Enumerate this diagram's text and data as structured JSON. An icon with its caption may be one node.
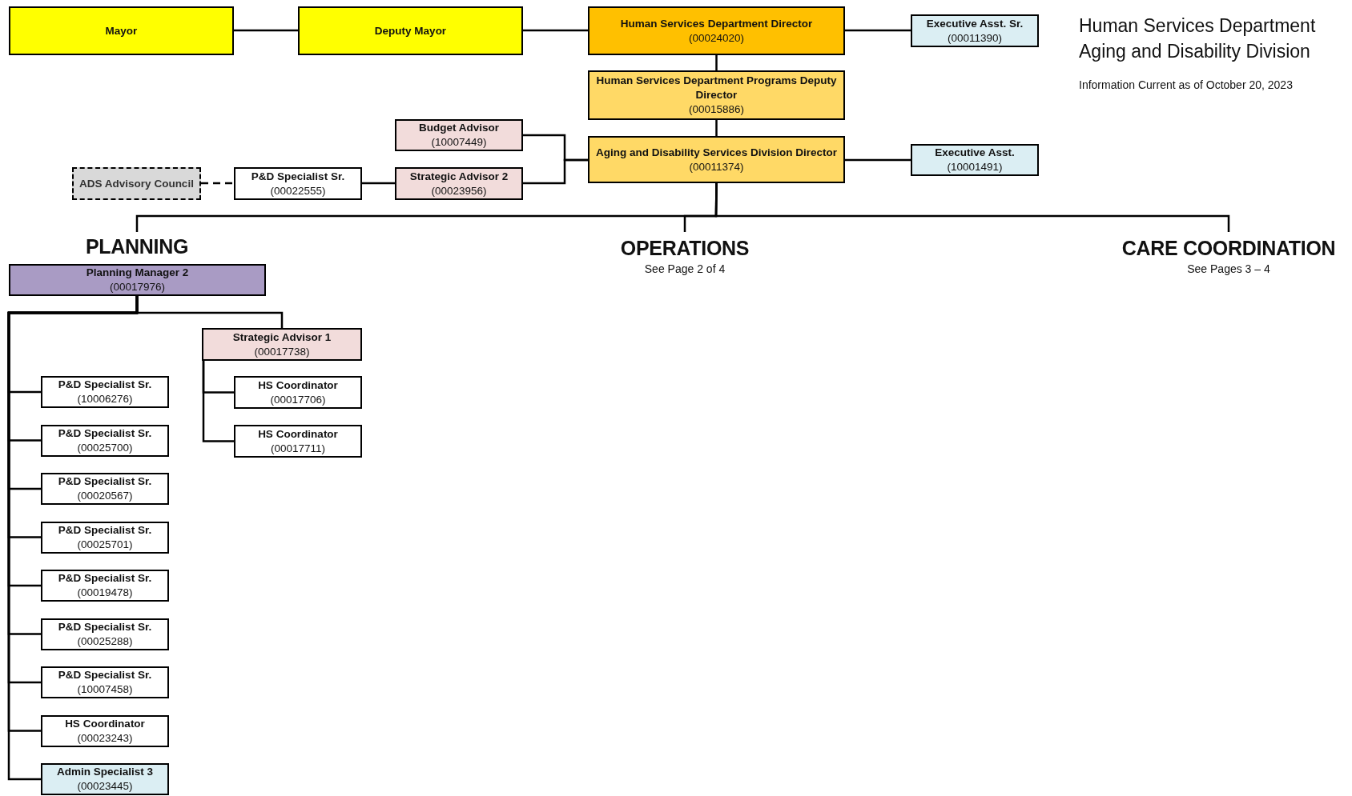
{
  "diagram": {
    "title": "Human Services Department Aging and Disability Division",
    "nodes": [
      {
        "text": [
          "Mayor"
        ]
      },
      {
        "text": [
          "Deputy Mayor"
        ]
      },
      {
        "text": [
          "Human Services Department Director",
          "(00024020)"
        ]
      },
      {
        "text": [
          "Executive Asst. Sr.",
          "(00011390)"
        ]
      },
      {
        "text": [
          "Human Services Department Programs Deputy Director",
          "(00015886)"
        ]
      },
      {
        "text": [
          "Budget Advisor",
          "(10007449)"
        ]
      },
      {
        "text": [
          "Aging and Disability Services Division Director",
          "(00011374)"
        ]
      },
      {
        "text": [
          "Executive Asst.",
          "(10001491)"
        ]
      },
      {
        "text": [
          "ADS Advisory Council"
        ]
      },
      {
        "text": [
          "P&D Specialist Sr.",
          "(00022555)"
        ]
      },
      {
        "text": [
          "Strategic Advisor 2",
          "(00023956)"
        ]
      },
      {
        "text": [
          "PLANNING"
        ]
      },
      {
        "text": [
          "OPERATIONS",
          "See Page 2 of 4"
        ]
      },
      {
        "text": [
          "CARE COORDINATION",
          "See Pages 3 – 4"
        ]
      },
      {
        "text": [
          "Planning Manager 2",
          "(00017976)"
        ]
      },
      {
        "text": [
          "Strategic Advisor 1",
          "(00017738)"
        ]
      },
      {
        "text": [
          "HS Coordinator",
          "(00017706)"
        ]
      },
      {
        "text": [
          "HS Coordinator",
          "(00017711)"
        ]
      },
      {
        "text": [
          "P&D Specialist Sr.",
          "(10006276)"
        ]
      },
      {
        "text": [
          "P&D Specialist Sr.",
          "(00025700)"
        ]
      },
      {
        "text": [
          "P&D Specialist Sr.",
          "(00020567)"
        ]
      },
      {
        "text": [
          "P&D Specialist Sr.",
          "(00025701)"
        ]
      },
      {
        "text": [
          "P&D Specialist Sr.",
          "(00019478)"
        ]
      },
      {
        "text": [
          "P&D Specialist Sr.",
          "(00025288)"
        ]
      },
      {
        "text": [
          "P&D Specialist Sr.",
          "(10007458)"
        ]
      },
      {
        "text": [
          "HS Coordinator",
          "(00023243)"
        ]
      },
      {
        "text": [
          "Admin Specialist 3",
          "(00023445)"
        ]
      }
    ],
    "edges": [
      {
        "from": 0,
        "to": 1,
        "arrow": "none"
      },
      {
        "from": 1,
        "to": 2,
        "arrow": "none"
      },
      {
        "from": 2,
        "to": 3,
        "arrow": "none"
      },
      {
        "from": 2,
        "to": 4,
        "arrow": "none"
      },
      {
        "from": 4,
        "to": 6,
        "arrow": "none"
      },
      {
        "from": 5,
        "to": 6,
        "arrow": "none"
      },
      {
        "from": 10,
        "to": 6,
        "arrow": "none"
      },
      {
        "from": 9,
        "to": 10,
        "arrow": "none"
      },
      {
        "from": 8,
        "to": 9,
        "arrow": "none",
        "style": "dashed"
      },
      {
        "from": 6,
        "to": 7,
        "arrow": "none"
      },
      {
        "from": 6,
        "to": 11,
        "arrow": "none"
      },
      {
        "from": 6,
        "to": 12,
        "arrow": "none"
      },
      {
        "from": 6,
        "to": 13,
        "arrow": "none"
      },
      {
        "from": 14,
        "to": 15,
        "arrow": "none"
      },
      {
        "from": 14,
        "to": 18,
        "arrow": "none"
      },
      {
        "from": 14,
        "to": 19,
        "arrow": "none"
      },
      {
        "from": 14,
        "to": 20,
        "arrow": "none"
      },
      {
        "from": 14,
        "to": 21,
        "arrow": "none"
      },
      {
        "from": 14,
        "to": 22,
        "arrow": "none"
      },
      {
        "from": 14,
        "to": 23,
        "arrow": "none"
      },
      {
        "from": 14,
        "to": 24,
        "arrow": "none"
      },
      {
        "from": 14,
        "to": 25,
        "arrow": "none"
      },
      {
        "from": 14,
        "to": 26,
        "arrow": "none"
      },
      {
        "from": 15,
        "to": 16,
        "arrow": "none"
      },
      {
        "from": 15,
        "to": 17,
        "arrow": "none"
      }
    ],
    "labels": [
      "Information Current as of October 20, 2023"
    ]
  }
}
